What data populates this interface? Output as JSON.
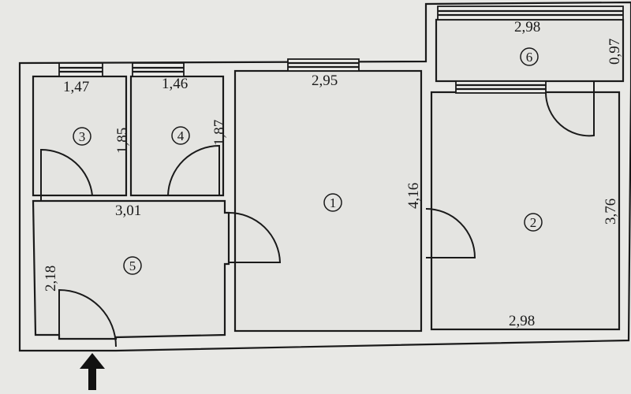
{
  "title": "Apartment floor plan",
  "rooms": [
    {
      "number": "1",
      "dims": [
        "2,95",
        "4,16"
      ]
    },
    {
      "number": "2",
      "dims": [
        "2,98",
        "3,76"
      ]
    },
    {
      "number": "3",
      "dims": [
        "1,47",
        "1,85"
      ]
    },
    {
      "number": "4",
      "dims": [
        "1,46",
        "1,87"
      ]
    },
    {
      "number": "5",
      "dims": [
        "3,01",
        "2,18"
      ]
    },
    {
      "number": "6",
      "dims": [
        "2,98",
        "0,97"
      ]
    }
  ],
  "entrance_arrow": "arrow-up-icon"
}
